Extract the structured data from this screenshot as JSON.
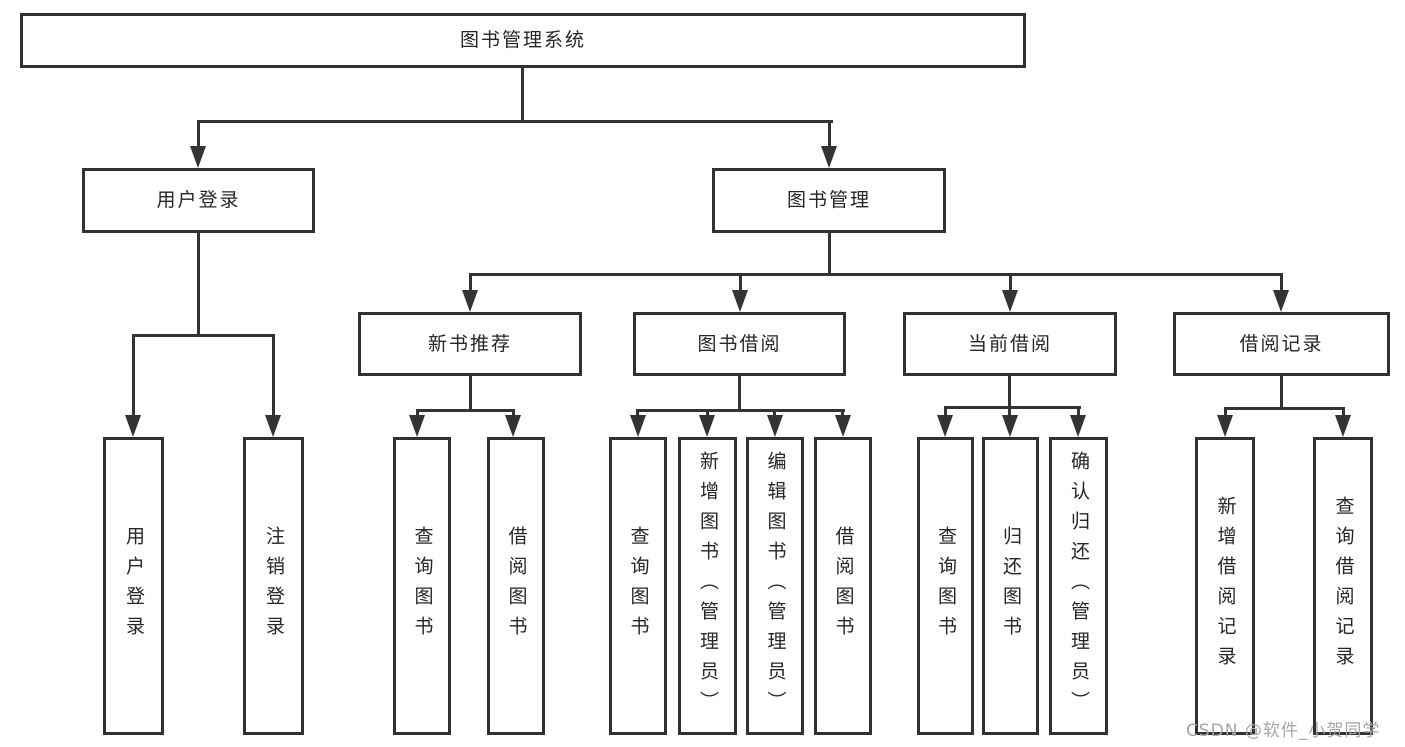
{
  "diagram": {
    "root": {
      "label": "图书管理系统"
    },
    "user_branch": {
      "label": "用户登录",
      "children": [
        {
          "label": "用户登录"
        },
        {
          "label": "注销登录"
        }
      ]
    },
    "mgmt_branch": {
      "label": "图书管理",
      "groups": [
        {
          "label": "新书推荐",
          "children": [
            {
              "label": "查询图书"
            },
            {
              "label": "借阅图书"
            }
          ]
        },
        {
          "label": "图书借阅",
          "children": [
            {
              "label": "查询图书"
            },
            {
              "label": "新增图书（管理员）"
            },
            {
              "label": "编辑图书（管理员）"
            },
            {
              "label": "借阅图书"
            }
          ]
        },
        {
          "label": "当前借阅",
          "children": [
            {
              "label": "查询图书"
            },
            {
              "label": "归还图书"
            },
            {
              "label": "确认归还（管理员）"
            }
          ]
        },
        {
          "label": "借阅记录",
          "children": [
            {
              "label": "新增借阅记录"
            },
            {
              "label": "查询借阅记录"
            }
          ]
        }
      ]
    }
  },
  "watermark": {
    "text": "CSDN @软件_小贺同学",
    "color": "#a6a6a6"
  },
  "colors": {
    "line": "#333333",
    "border": "#313131",
    "text": "#262626",
    "background": "#ffffff"
  }
}
